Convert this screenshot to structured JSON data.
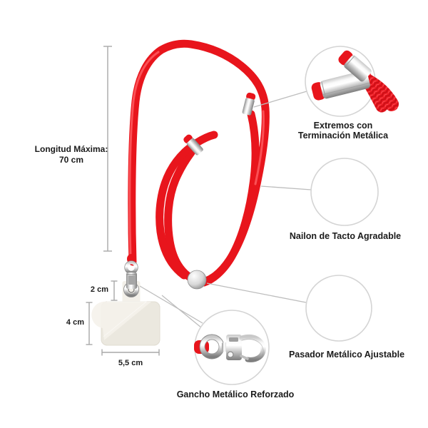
{
  "left_measure": {
    "line1": "Longitud Máxima:",
    "line2": "70 cm"
  },
  "card_measures": {
    "tab": "2 cm",
    "height": "4 cm",
    "width": "5,5 cm"
  },
  "callouts": {
    "tips": {
      "line1": "Extremos con",
      "line2": "Terminación Metálica"
    },
    "nylon": {
      "label": "Nailon de Tacto Agradable"
    },
    "slider": {
      "label": "Pasador Metálico Ajustable"
    },
    "hook": {
      "label": "Gancho Metálico Reforzado"
    }
  },
  "colors": {
    "cord_red": "#e8151c",
    "cord_dark": "#c01016",
    "cord_highlight": "#ff5f64",
    "circle_border": "#d4d4d4",
    "callout_line": "#bdbdbd",
    "ruler": "#a8a8a8",
    "text": "#1b1b1b",
    "card": "#efece4"
  }
}
